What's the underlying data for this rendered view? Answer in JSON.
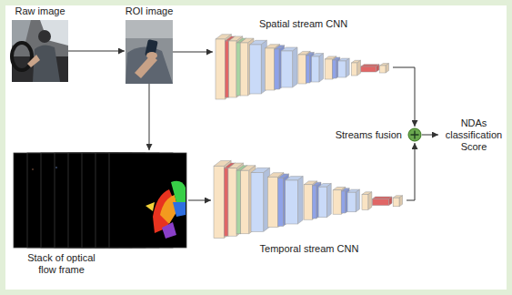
{
  "diagram": {
    "nodes": [
      {
        "text": [
          "Raw image"
        ]
      },
      {
        "text": [
          "ROI image"
        ]
      },
      {
        "text": [
          "Spatial stream CNN"
        ]
      },
      {
        "text": [
          "Streams fusion"
        ]
      },
      {
        "text": [
          "NDAs classification Score"
        ]
      },
      {
        "text": [
          "Stack of optical flow frame"
        ]
      },
      {
        "text": [
          "Temporal stream CNN"
        ]
      }
    ],
    "edges": [
      {
        "from": 0,
        "to": 1,
        "arrow": "to"
      },
      {
        "from": 1,
        "to": 2,
        "arrow": "to"
      },
      {
        "from": 1,
        "to": 5,
        "arrow": "to"
      },
      {
        "from": 5,
        "to": 6,
        "arrow": "to"
      },
      {
        "from": 2,
        "to": 3,
        "arrow": "to"
      },
      {
        "from": 6,
        "to": 3,
        "arrow": "to"
      },
      {
        "from": 3,
        "to": 4,
        "arrow": "to"
      }
    ]
  }
}
